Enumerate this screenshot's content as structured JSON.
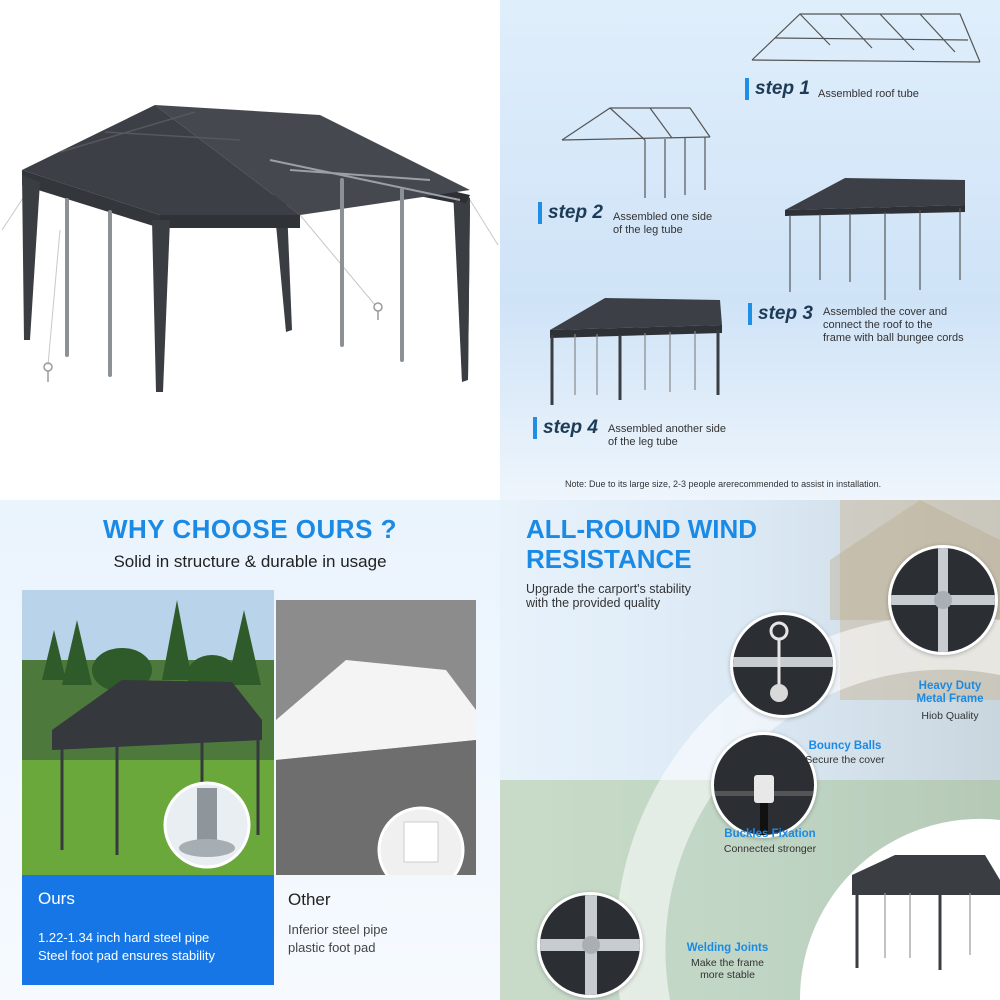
{
  "assembly": {
    "steps": [
      {
        "label": "step 1",
        "description": "Assembled roof tube"
      },
      {
        "label": "step 2",
        "description_line1": "Assembled one side",
        "description_line2": "of the leg tube"
      },
      {
        "label": "step 3",
        "description_line1": "Assembled the cover and",
        "description_line2": "connect the roof to the",
        "description_line3": "frame with ball bungee cords"
      },
      {
        "label": "step 4",
        "description_line1": "Assembled another side",
        "description_line2": "of the leg tube"
      }
    ],
    "note": "Note:  Due to its large size, 2-3 people arerecommended to assist in installation."
  },
  "comparison": {
    "title": "WHY CHOOSE OURS ?",
    "subtitle": "Solid in structure & durable in usage",
    "ours": {
      "heading": "Ours",
      "line1": "1.22-1.34 inch hard steel pipe",
      "line2": "Steel foot pad ensures stability"
    },
    "other": {
      "heading": "Other",
      "line1": "Inferior steel pipe",
      "line2": "plastic foot pad"
    }
  },
  "wind": {
    "title_line1": "ALL-ROUND WIND",
    "title_line2": "RESISTANCE",
    "subtitle_line1": "Upgrade the carport's stability",
    "subtitle_line2": "with the provided quality",
    "features": [
      {
        "name_line1": "Heavy Duty",
        "name_line2": "Metal Frame",
        "detail": "Hiob Quality"
      },
      {
        "name": "Bouncy Balls",
        "detail": "Secure the cover"
      },
      {
        "name": "Buckles Fixation",
        "detail": "Connected stronger"
      },
      {
        "name": "Welding Joints",
        "detail_line1": "Make the frame",
        "detail_line2": "more stable"
      }
    ]
  },
  "colors": {
    "accent": "#1a8ae5",
    "ours_box": "#1676e6",
    "canopy": "#3a3d42"
  }
}
